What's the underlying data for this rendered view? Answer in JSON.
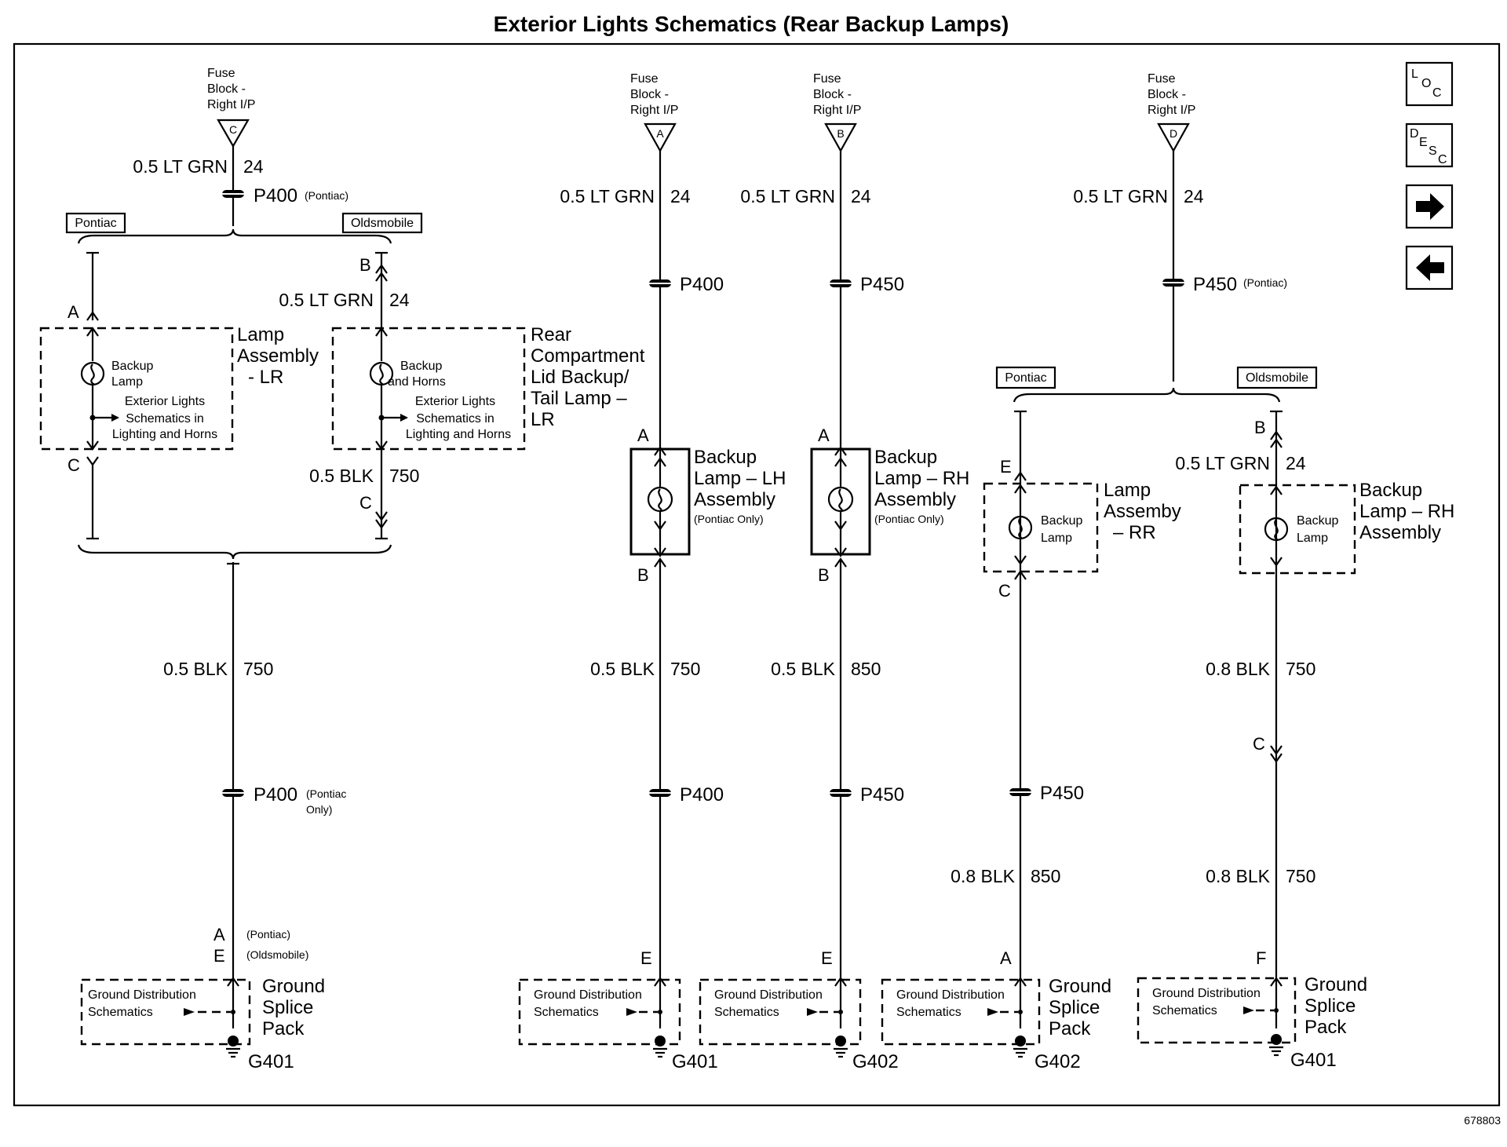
{
  "title": "Exterior Lights Schematics (Rear Backup Lamps)",
  "figure_number": "678803",
  "nav_buttons": {
    "loc": [
      "L",
      "O",
      "C"
    ],
    "desc": [
      "D",
      "E",
      "S",
      "C"
    ],
    "forward_arrow": "arrow-right-icon",
    "back_arrow": "arrow-left-icon"
  },
  "fuse_block_label": [
    "Fuse",
    "Block -",
    "Right I/P"
  ],
  "options": {
    "pontiac": "Pontiac",
    "oldsmobile": "Oldsmobile",
    "pontiac_paren": "(Pontiac)",
    "oldsmobile_paren": "(Oldsmobile)",
    "pontiac_only_1": "(Pontiac",
    "pontiac_only_2": "Only)",
    "pontiac_only": "(Pontiac Only)"
  },
  "connectors": {
    "p400": "P400",
    "p450": "P450"
  },
  "pins": {
    "a": "A",
    "b": "B",
    "c": "C",
    "d": "D",
    "e": "E",
    "f": "F"
  },
  "wires": {
    "lt_grn": "0.5 LT GRN",
    "c24": "24",
    "blk05": "0.5 BLK",
    "blk08": "0.8 BLK",
    "c750": "750",
    "c850": "850"
  },
  "grounds": {
    "g401": "G401",
    "g402": "G402"
  },
  "ground_dist": [
    "Ground Distribution",
    "Schematics"
  ],
  "ground_splice": [
    "Ground",
    "Splice",
    "Pack"
  ],
  "backup_lamp": [
    "Backup",
    "Lamp"
  ],
  "backup_horns": [
    "Backup",
    "and Horns"
  ],
  "ext_ref": [
    "Exterior Lights",
    "Schematics in",
    "Lighting and Horns"
  ],
  "components": {
    "lamp_lr": [
      "Lamp",
      "Assembly",
      "- LR"
    ],
    "rear_lid": [
      "Rear",
      "Compartment",
      "Lid Backup/",
      "Tail Lamp –",
      "LR"
    ],
    "backup_lh": [
      "Backup",
      "Lamp – LH",
      "Assembly"
    ],
    "backup_rh": [
      "Backup",
      "Lamp – RH",
      "Assembly"
    ],
    "lamp_rr": [
      "Lamp",
      "Assemby",
      "– RR"
    ],
    "backup_rh_olds": [
      "Backup",
      "Lamp – RH",
      "Assembly"
    ]
  }
}
